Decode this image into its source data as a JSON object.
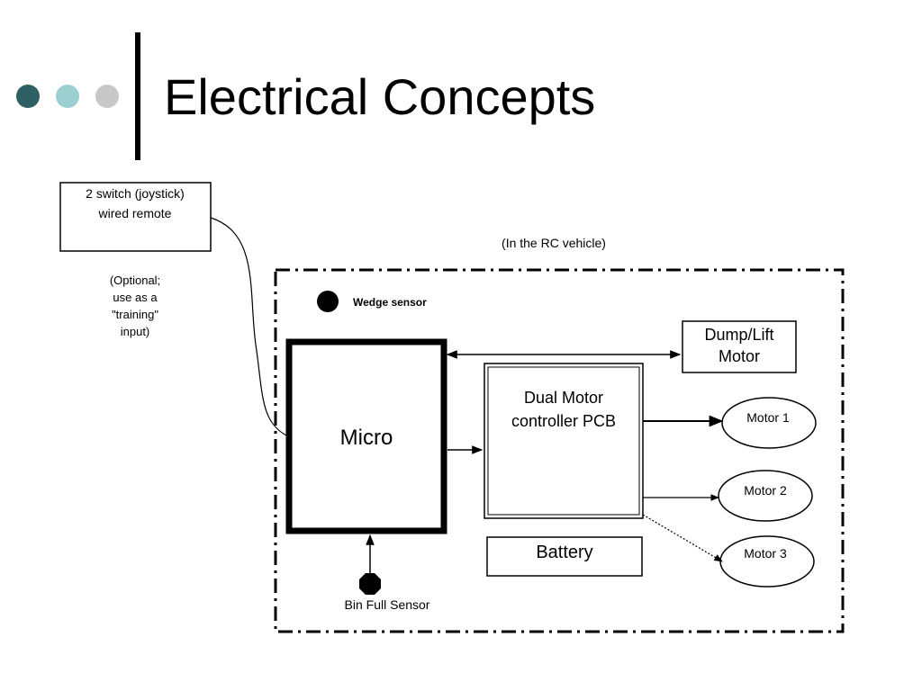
{
  "slide": {
    "title": "Electrical Concepts",
    "bullet_colors": [
      "#2e5f63",
      "#9ccfd0",
      "#c8c8c8"
    ]
  },
  "diagram": {
    "remote_line1": "2 switch (joystick)",
    "remote_line2": "wired remote",
    "optional_note": [
      "(Optional;",
      "use as a",
      "\"training\"",
      "input)"
    ],
    "vehicle_label": "(In the RC vehicle)",
    "wedge_sensor": "Wedge sensor",
    "micro": "Micro",
    "dump_lift": [
      "Dump/Lift",
      "Motor"
    ],
    "controller": [
      "Dual Motor",
      "controller PCB"
    ],
    "motor1": "Motor 1",
    "motor2": "Motor 2",
    "motor3": "Motor 3",
    "battery": "Battery",
    "bin_sensor": "Bin Full Sensor"
  }
}
